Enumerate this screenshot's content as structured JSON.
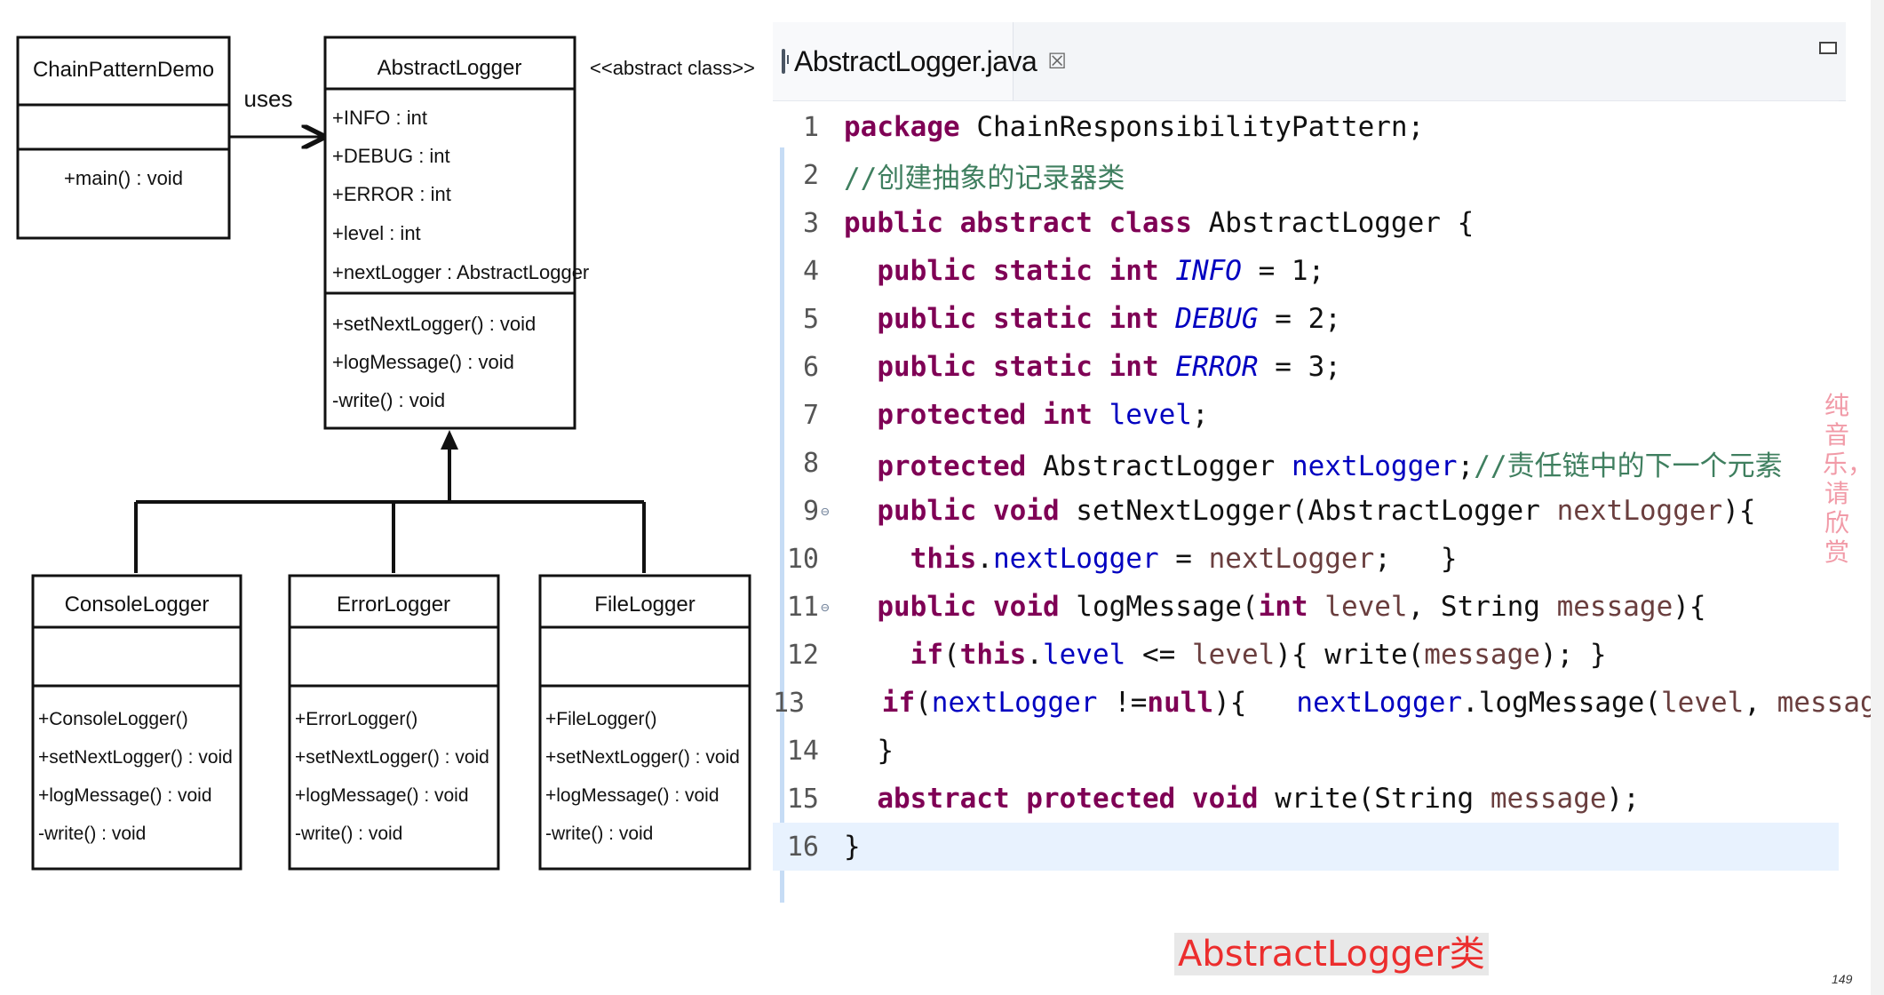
{
  "uml": {
    "relation_label": "uses",
    "stereotype": "<<abstract class>>",
    "classes": [
      {
        "name": "ChainPatternDemo",
        "attributes": [],
        "methods": [
          "+main() : void"
        ]
      },
      {
        "name": "AbstractLogger",
        "attributes": [
          "+INFO : int",
          "+DEBUG : int",
          "+ERROR : int",
          "+level : int",
          "+nextLogger : AbstractLogger"
        ],
        "methods": [
          "+setNextLogger() : void",
          "+logMessage() : void",
          "-write() : void"
        ]
      },
      {
        "name": "ConsoleLogger",
        "attributes": [],
        "methods": [
          "+ConsoleLogger()",
          "+setNextLogger() : void",
          "+logMessage() : void",
          "-write() : void"
        ]
      },
      {
        "name": "ErrorLogger",
        "attributes": [],
        "methods": [
          "+ErrorLogger()",
          "+setNextLogger() : void",
          "+logMessage() : void",
          "-write() : void"
        ]
      },
      {
        "name": "FileLogger",
        "attributes": [],
        "methods": [
          "+FileLogger()",
          "+setNextLogger() : void",
          "+logMessage() : void",
          "-write() : void"
        ]
      }
    ]
  },
  "editor": {
    "tab_title": "AbstractLogger.java",
    "tab_close": "☒",
    "lines": [
      {
        "n": "1",
        "tokens": [
          [
            "kw",
            "package"
          ],
          [
            "",
            "ChainResponsibilityPattern;"
          ]
        ]
      },
      {
        "n": "2",
        "tokens": [
          [
            "cm",
            "//创建抽象的记录器类"
          ]
        ]
      },
      {
        "n": "3",
        "tokens": [
          [
            "kw",
            "public abstract class"
          ],
          [
            "",
            "AbstractLogger {"
          ]
        ]
      },
      {
        "n": "4",
        "tokens": [
          [
            "",
            "  "
          ],
          [
            "kw",
            "public static int"
          ],
          [
            "",
            " "
          ],
          [
            "st",
            "INFO"
          ],
          [
            "",
            " = 1;"
          ]
        ]
      },
      {
        "n": "5",
        "tokens": [
          [
            "",
            "  "
          ],
          [
            "kw",
            "public static int"
          ],
          [
            "",
            " "
          ],
          [
            "st",
            "DEBUG"
          ],
          [
            "",
            " = 2;"
          ]
        ]
      },
      {
        "n": "6",
        "tokens": [
          [
            "",
            "  "
          ],
          [
            "kw",
            "public static int"
          ],
          [
            "",
            " "
          ],
          [
            "st",
            "ERROR"
          ],
          [
            "",
            " = 3;"
          ]
        ]
      },
      {
        "n": "7",
        "tokens": [
          [
            "",
            "  "
          ],
          [
            "kw",
            "protected int"
          ],
          [
            "",
            " "
          ],
          [
            "fld",
            "level"
          ],
          [
            "",
            ";"
          ]
        ]
      },
      {
        "n": "8",
        "tokens": [
          [
            "",
            "  "
          ],
          [
            "kw",
            "protected"
          ],
          [
            "",
            " AbstractLogger "
          ],
          [
            "fld",
            "nextLogger"
          ],
          [
            "",
            ";"
          ],
          [
            "cm",
            "//责任链中的下一个元素"
          ]
        ]
      },
      {
        "n": "9",
        "fold": "⊖",
        "tokens": [
          [
            "",
            "  "
          ],
          [
            "kw",
            "public void"
          ],
          [
            "",
            " setNextLogger(AbstractLogger "
          ],
          [
            "pm",
            "nextLogger"
          ],
          [
            "",
            "){"
          ]
        ]
      },
      {
        "n": "10",
        "tokens": [
          [
            "",
            "    "
          ],
          [
            "kw",
            "this"
          ],
          [
            "",
            "."
          ],
          [
            "fld",
            "nextLogger"
          ],
          [
            "",
            " = "
          ],
          [
            "pm",
            "nextLogger"
          ],
          [
            "",
            ";   }"
          ]
        ]
      },
      {
        "n": "11",
        "fold": "⊖",
        "tokens": [
          [
            "",
            "  "
          ],
          [
            "kw",
            "public void"
          ],
          [
            "",
            " logMessage("
          ],
          [
            "kw",
            "int"
          ],
          [
            "",
            " "
          ],
          [
            "pm",
            "level"
          ],
          [
            "",
            ", String "
          ],
          [
            "pm",
            "message"
          ],
          [
            "",
            "){"
          ]
        ]
      },
      {
        "n": "12",
        "tokens": [
          [
            "",
            "    "
          ],
          [
            "kw",
            "if"
          ],
          [
            "",
            "("
          ],
          [
            "kw",
            "this"
          ],
          [
            "",
            "."
          ],
          [
            "fld",
            "level"
          ],
          [
            "",
            " <= "
          ],
          [
            "pm",
            "level"
          ],
          [
            "",
            "){ write("
          ],
          [
            "pm",
            "message"
          ],
          [
            "",
            "); }"
          ]
        ]
      },
      {
        "n": "13",
        "tokens": [
          [
            "",
            "    "
          ],
          [
            "kw",
            "if"
          ],
          [
            "",
            "("
          ],
          [
            "fld",
            "nextLogger"
          ],
          [
            "",
            " !="
          ],
          [
            "kw",
            "null"
          ],
          [
            "",
            "){   "
          ],
          [
            "fld",
            "nextLogger"
          ],
          [
            "",
            ".logMessage("
          ],
          [
            "pm",
            "level"
          ],
          [
            "",
            ", "
          ],
          [
            "pm",
            "message"
          ],
          [
            "",
            "); }"
          ]
        ]
      },
      {
        "n": "14",
        "tokens": [
          [
            "",
            "  }"
          ]
        ]
      },
      {
        "n": "15",
        "tokens": [
          [
            "",
            "  "
          ],
          [
            "kw",
            "abstract protected void"
          ],
          [
            "",
            " write(String "
          ],
          [
            "pm",
            "message"
          ],
          [
            "",
            ");"
          ]
        ]
      },
      {
        "n": "16",
        "tokens": [
          [
            "",
            "}"
          ]
        ]
      }
    ]
  },
  "side_note": "纯音乐，请欣赏",
  "caption": "AbstractLogger类",
  "page_number": "149"
}
